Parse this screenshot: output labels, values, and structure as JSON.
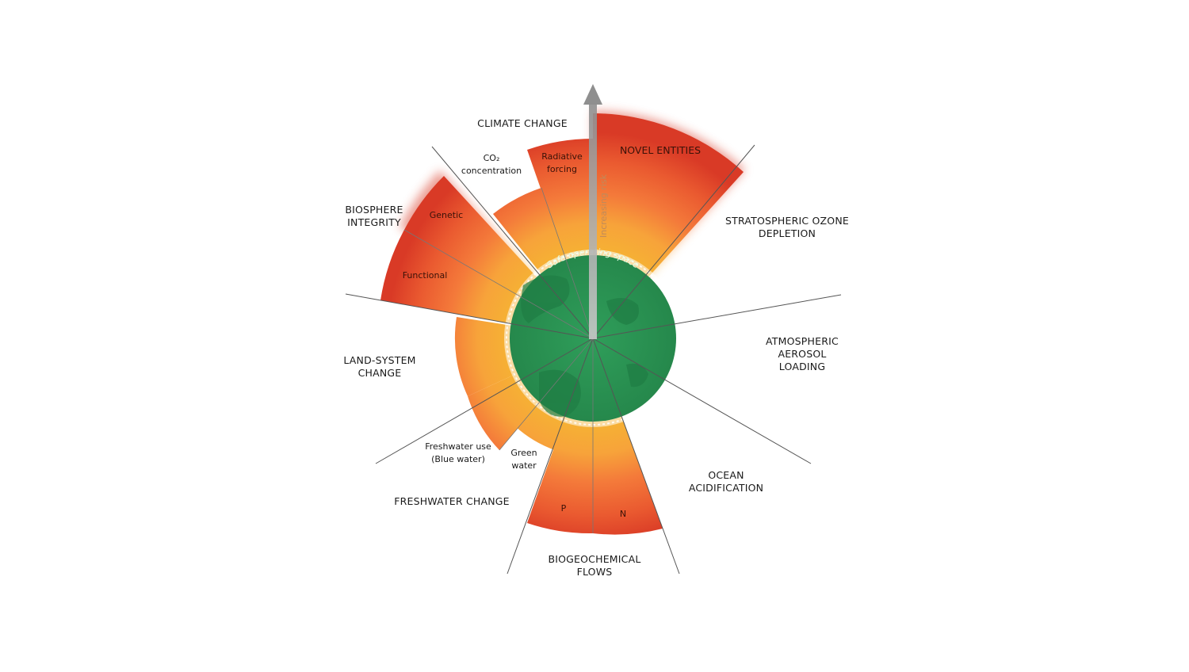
{
  "labels": {
    "climate_change": "CLIMATE CHANGE",
    "co2_line1": "CO₂",
    "co2_line2": "concentration",
    "radiative_line1": "Radiative",
    "radiative_line2": "forcing",
    "novel_entities": "NOVEL ENTITIES",
    "increasing_risk": "Increasing risk",
    "strat_line1": "STRATOSPHERIC OZONE",
    "strat_line2": "DEPLETION",
    "aerosol_line1": "ATMOSPHERIC",
    "aerosol_line2": "AEROSOL",
    "aerosol_line3": "LOADING",
    "ocean_line1": "OCEAN",
    "ocean_line2": "ACIDIFICATION",
    "biogeo_line1": "BIOGEOCHEMICAL",
    "biogeo_line2": "FLOWS",
    "p": "P",
    "n": "N",
    "freshwater_change": "FRESHWATER CHANGE",
    "green_line1": "Green",
    "green_line2": "water",
    "blue_line1": "Freshwater use",
    "blue_line2": "(Blue water)",
    "land_line1": "LAND-SYSTEM",
    "land_line2": "CHANGE",
    "biosphere_line1": "BIOSPHERE",
    "biosphere_line2": "INTEGRITY",
    "genetic": "Genetic",
    "functional": "Functional",
    "safe_space": "Safe operating space"
  },
  "colors": {
    "safe_green": "#2f9e5a",
    "safe_green_dark": "#1f7d44",
    "zone_yellow": "#f6b134",
    "zone_orange": "#f47a3a",
    "zone_red": "#d93a26",
    "unquantified_grey": "#d4d4d4",
    "arrow_grey": "#8f8f8f"
  }
}
